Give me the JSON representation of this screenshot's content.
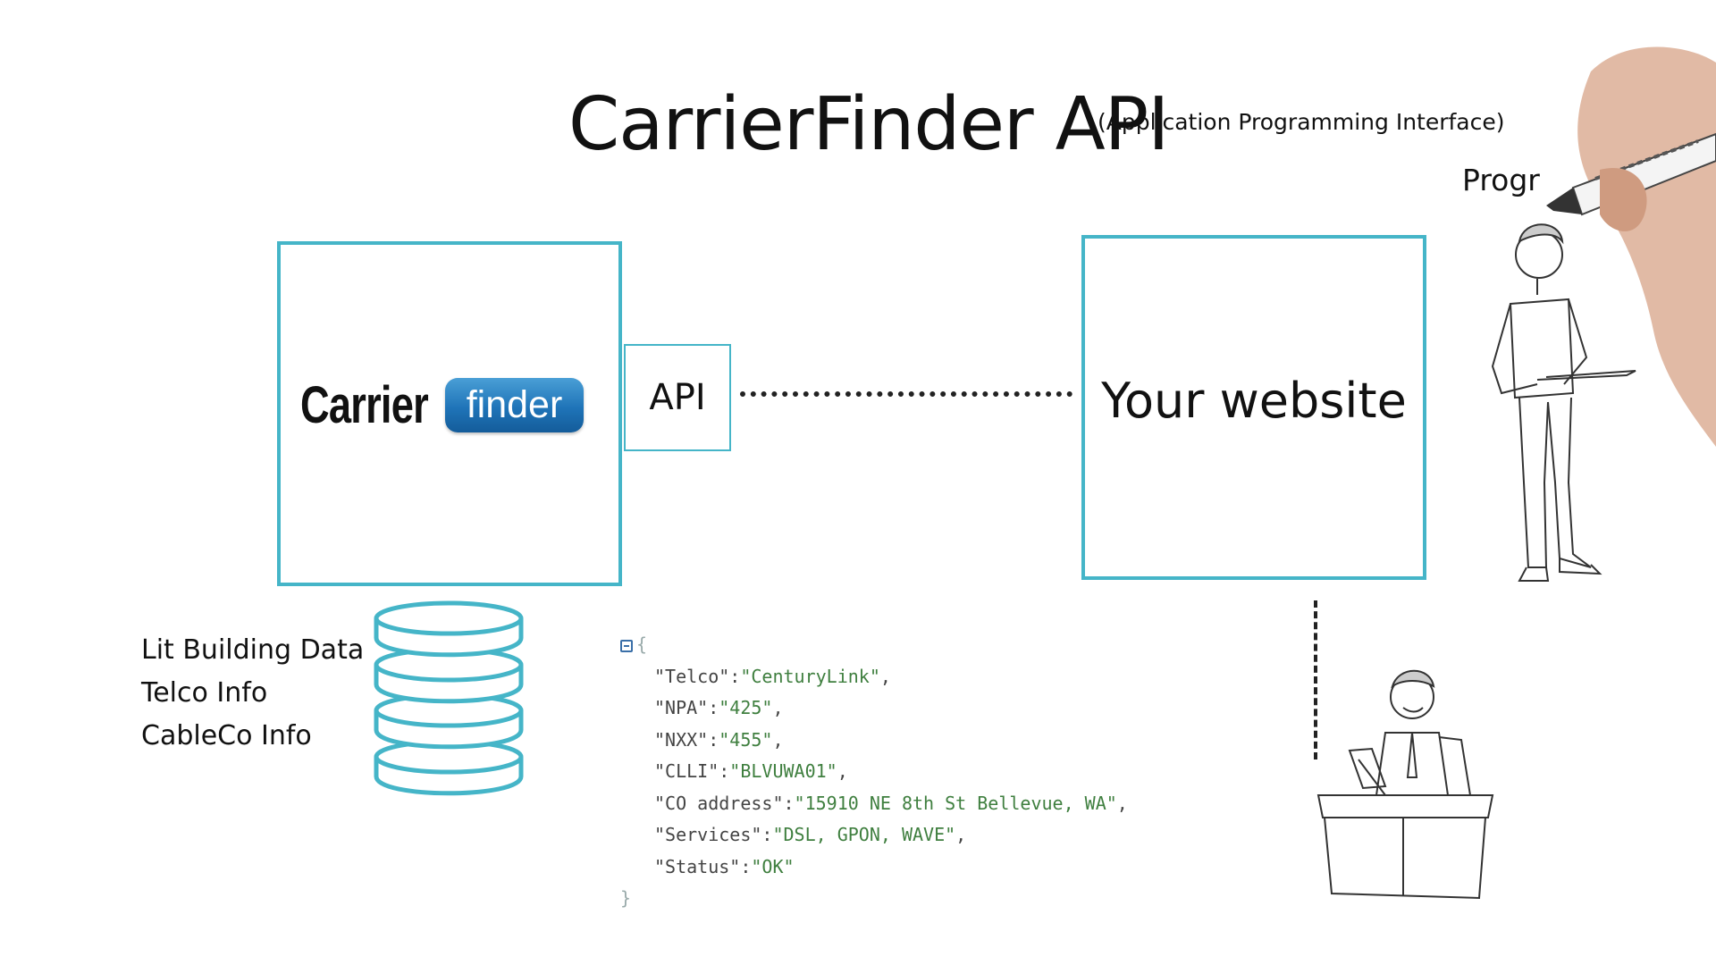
{
  "title": "CarrierFinder API",
  "subtitle": "(Application Programming Interface)",
  "programmer_label": "Progr",
  "logo": {
    "carrier": "Carrier",
    "finder": "finder"
  },
  "api_label": "API",
  "website_label": "Your website",
  "data_list": [
    "Lit Building Data",
    "Telco Info",
    "CableCo Info"
  ],
  "json_sample": {
    "open": "{",
    "close": "}",
    "lines": [
      {
        "key": "\"Telco\"",
        "value": "\"CenturyLink\"",
        "sep": ":",
        "end": ","
      },
      {
        "key": "\"NPA\"",
        "value": "\"425\"",
        "sep": ":",
        "end": ","
      },
      {
        "key": "\"NXX\"",
        "value": "\"455\"",
        "sep": ":",
        "end": ","
      },
      {
        "key": "\"CLLI\"",
        "value": "\"BLVUWA01\"",
        "sep": ":",
        "end": ","
      },
      {
        "key": "\"CO address\"",
        "value": "\"15910 NE 8th St Bellevue, WA\"",
        "sep": ":",
        "end": ","
      },
      {
        "key": "\"Services\"",
        "value": "\"DSL, GPON, WAVE\"",
        "sep": ":",
        "end": ","
      },
      {
        "key": "\"Status\"",
        "value": "\"OK\"",
        "sep": ":",
        "end": ""
      }
    ]
  },
  "colors": {
    "accent": "#45b5c8",
    "logo_blue": "#1f74b8",
    "json_string": "#3f7f3f"
  },
  "icons": [
    "database-icon",
    "programmer-figure",
    "office-worker-figure",
    "drawing-hand",
    "collapse-icon"
  ]
}
